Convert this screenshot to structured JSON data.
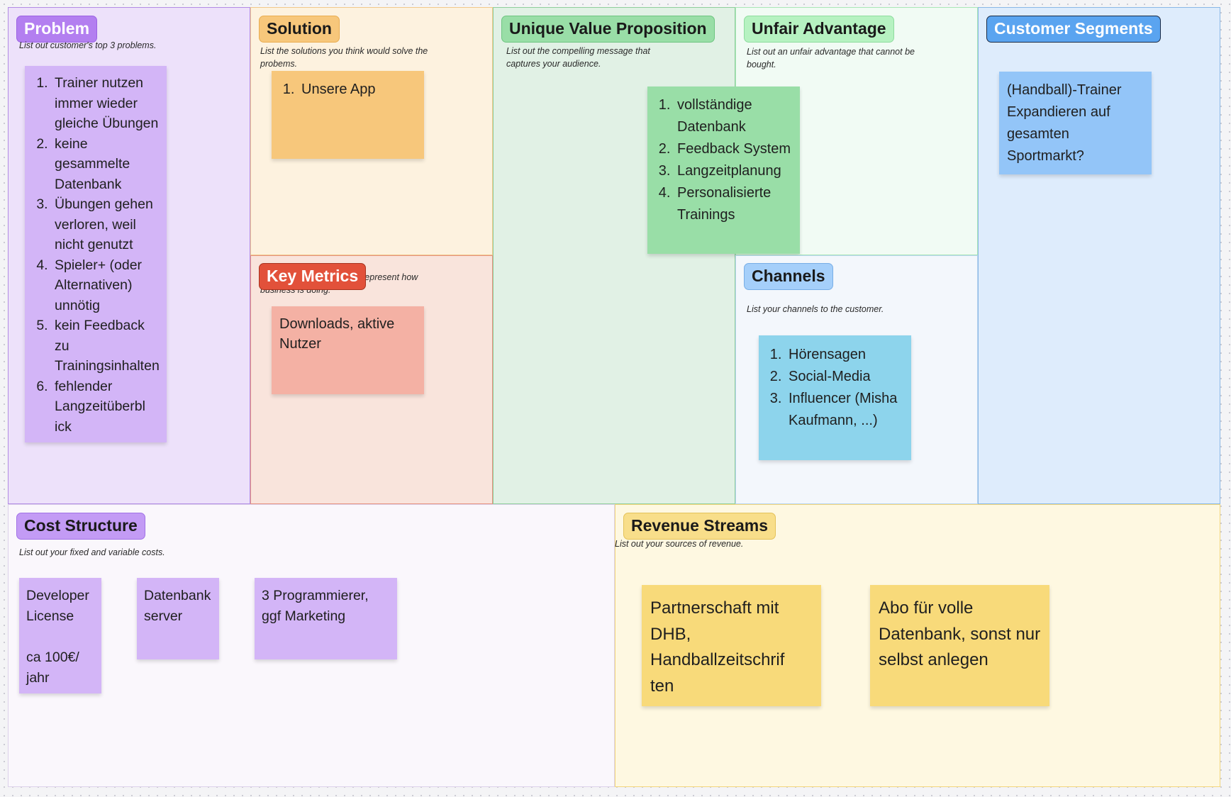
{
  "canvas": {
    "problem": {
      "label": "Problem",
      "hint": "List out customer's top 3 problems.",
      "items": [
        "Trainer nutzen immer wieder gleiche Übungen",
        "keine gesammelte Datenbank",
        "Übungen gehen verloren, weil nicht genutzt",
        "Spieler+ (oder Alternativen) unnötig",
        "kein Feedback zu Trainingsinhalten",
        "fehlender Langzeitüberbl ick"
      ]
    },
    "solution": {
      "label": "Solution",
      "hint": "List the solutions you think would solve the probems.",
      "items": [
        "Unsere App"
      ]
    },
    "key_metrics": {
      "label": "Key Metrics",
      "hint": "List out key numbers that represent how business is doing.",
      "note": "Downloads, aktive Nutzer"
    },
    "uvp": {
      "label": "Unique Value Proposition",
      "hint": "List out the compelling message that captures your audience.",
      "items": [
        "vollständige Datenbank",
        "Feedback System",
        "Langzeitplanung",
        "Personalisierte Trainings"
      ]
    },
    "unfair_advantage": {
      "label": "Unfair Advantage",
      "hint": "List out an unfair advantage that cannot be bought."
    },
    "channels": {
      "label": "Channels",
      "hint": "List your channels to the customer.",
      "items": [
        "Hörensagen",
        "Social-Media",
        "Influencer (Misha Kaufmann, ...)"
      ]
    },
    "customer_segments": {
      "label": "Customer Segments",
      "note": "(Handball)-Trainer Expandieren auf gesamten Sportmarkt?"
    },
    "cost_structure": {
      "label": "Cost Structure",
      "hint": "List out your fixed and variable costs.",
      "notes": [
        {
          "line1": "Developer License",
          "line2": "ca 100€/ jahr"
        },
        {
          "line1": "Datenbank server"
        },
        {
          "line1": "3 Programmierer, ggf Marketing"
        }
      ]
    },
    "revenue_streams": {
      "label": "Revenue Streams",
      "hint": "List out your sources of revenue.",
      "notes": [
        "Partnerschaft mit DHB, Handballzeitschrif ten",
        "Abo für volle Datenbank, sonst nur selbst anlegen"
      ]
    }
  },
  "colors": {
    "problem": "#b37ff0",
    "solution": "#f7c77b",
    "key_metrics": "#e2513a",
    "uvp": "#99dea7",
    "unfair_advantage": "#b6f2c1",
    "channels": "#a5cffa",
    "customer_segments": "#5aa4f0",
    "cost_structure": "#c39bf5",
    "revenue_streams": "#f8de8a"
  }
}
